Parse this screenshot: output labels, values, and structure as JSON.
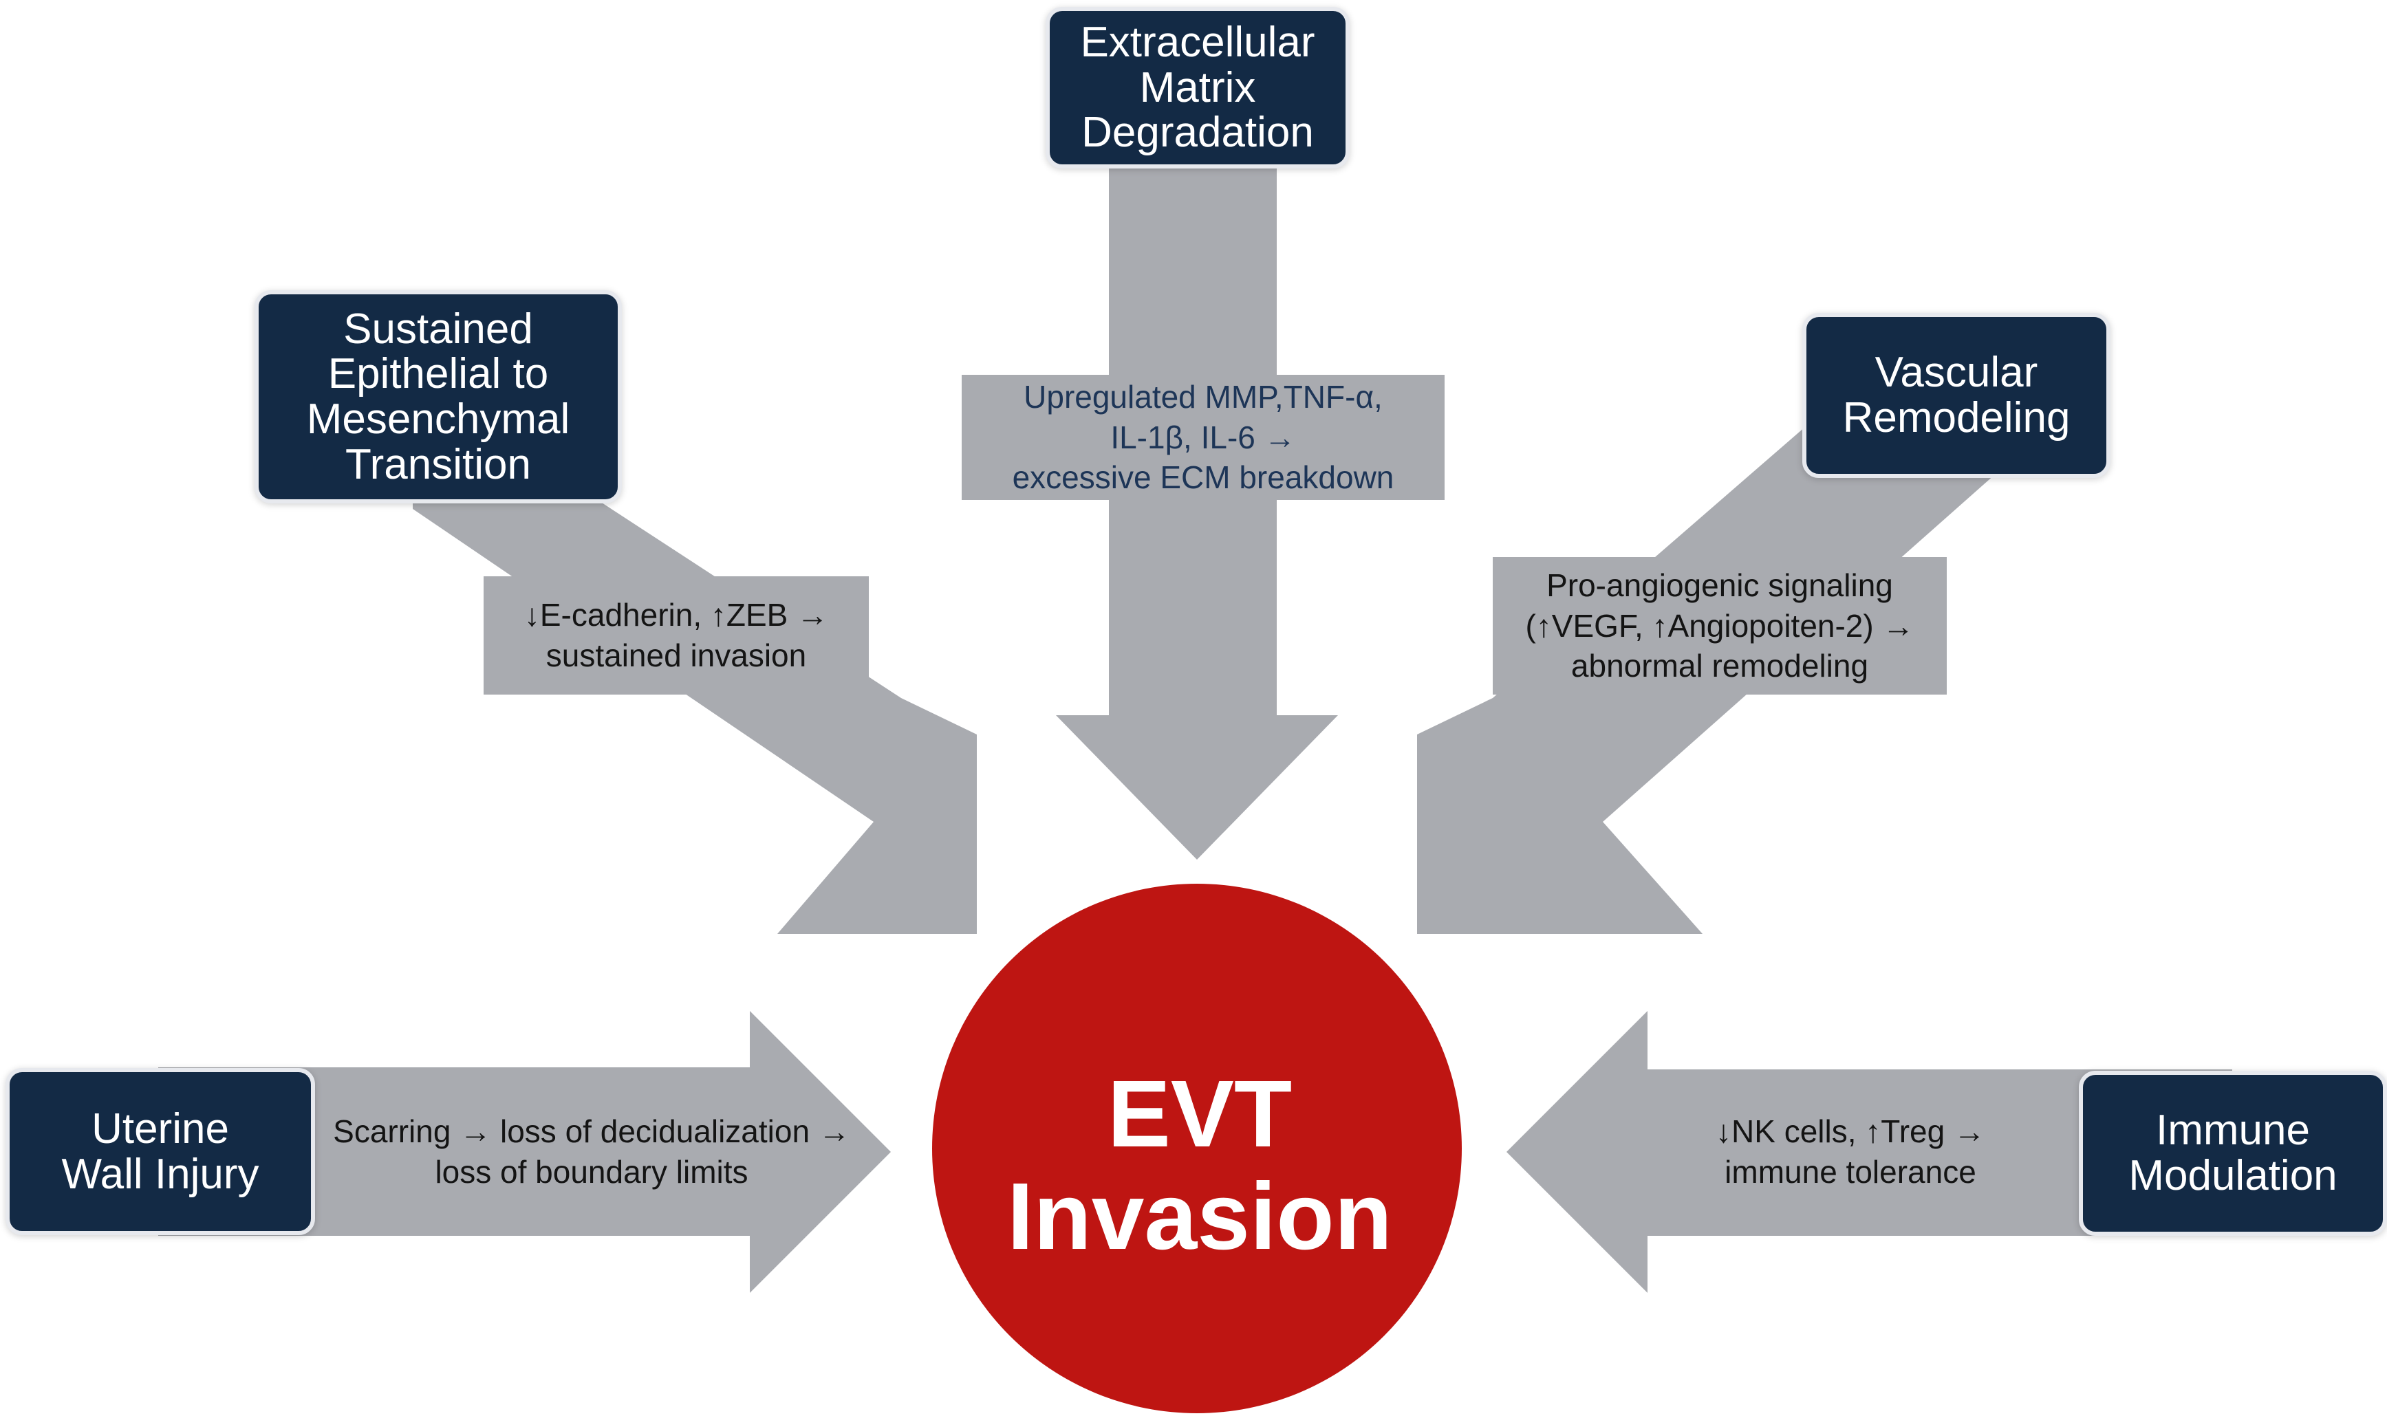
{
  "colors": {
    "arrow": "#a9abb0",
    "box_fill": "#132a45",
    "box_text": "#ffffff",
    "center_circle": "#be1512",
    "center_text": "#ffffff",
    "label_text": "#141414"
  },
  "center": {
    "line1": "EVT",
    "line2": "Invasion"
  },
  "factors": {
    "ecm": {
      "title": "Extracellular\nMatrix\nDegradation",
      "mechanism": "Upregulated MMP,TNF-α,\nIL-1β, IL-6 →\nexcessive ECM breakdown"
    },
    "emt": {
      "title": "Sustained\nEpithelial to\nMesenchymal\nTransition",
      "mechanism": "↓E-cadherin, ↑ZEB →\nsustained invasion"
    },
    "vascular": {
      "title": "Vascular\nRemodeling",
      "mechanism": "Pro-angiogenic signaling\n(↑VEGF, ↑Angiopoiten-2) →\nabnormal remodeling"
    },
    "uterine": {
      "title": "Uterine\nWall Injury",
      "mechanism": "Scarring → loss of decidualization →\nloss of boundary limits"
    },
    "immune": {
      "title": "Immune\nModulation",
      "mechanism": "↓NK cells, ↑Treg →\nimmune tolerance"
    }
  }
}
